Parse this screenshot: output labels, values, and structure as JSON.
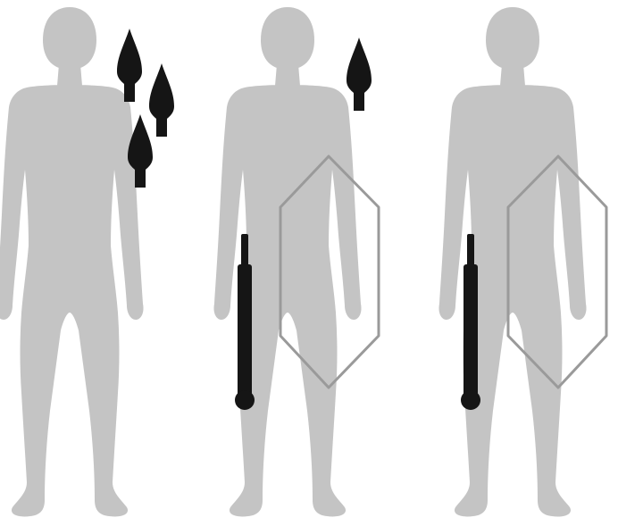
{
  "figures": [
    {
      "id": "figure-unarmed",
      "equipment": [
        "spearheads"
      ]
    },
    {
      "id": "figure-with-sword-and-shield",
      "equipment": [
        "spearhead",
        "sword",
        "shield"
      ]
    },
    {
      "id": "figure-with-sword-and-shield-2",
      "equipment": [
        "sword",
        "shield"
      ]
    }
  ],
  "icons": {
    "spearhead": "spearhead-icon",
    "sword": "sword-icon",
    "shield": "hexagonal-shield-outline-icon",
    "human": "human-silhouette-icon"
  },
  "colors": {
    "background": "#ffffff",
    "figure": "#c4c4c4",
    "ink": "#151515",
    "shield_outline": "#9a9a9a"
  }
}
